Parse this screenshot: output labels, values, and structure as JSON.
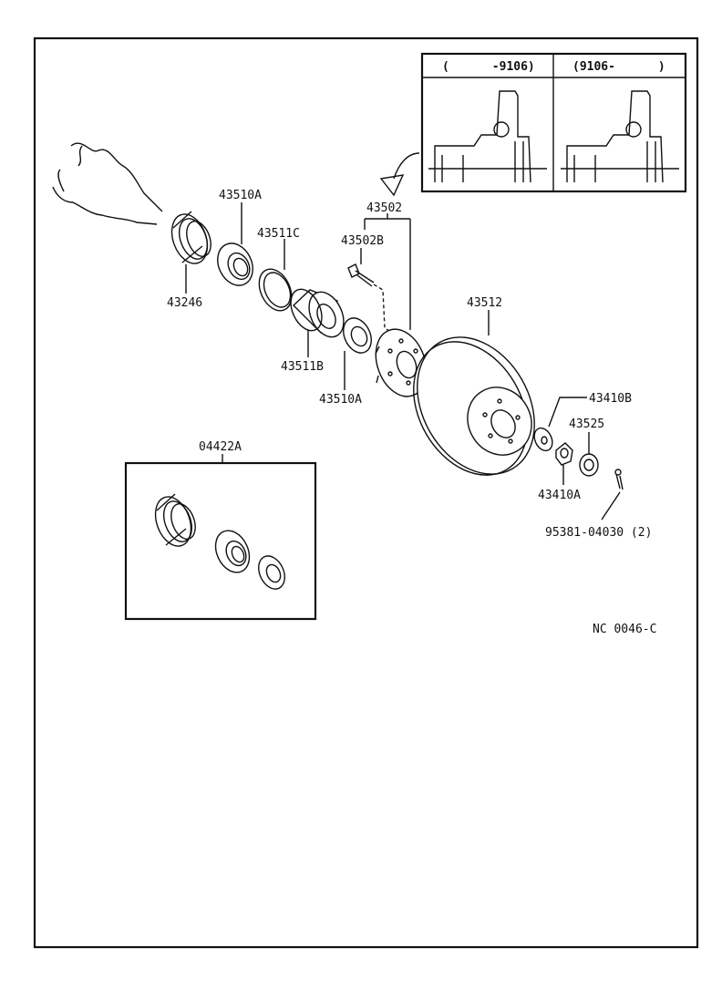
{
  "figure_code": "NC 0046-C",
  "inset": {
    "left_header": "(      -9106)",
    "right_header": "(9106-      )"
  },
  "parts": {
    "p43510A_top": "43510A",
    "p43511C": "43511C",
    "p43246": "43246",
    "p43502": "43502",
    "p43502B": "43502B",
    "p43511B": "43511B",
    "p43510A_bottom": "43510A",
    "p43512": "43512",
    "p43410B": "43410B",
    "p43525": "43525",
    "p43410A": "43410A",
    "p95381": "95381-04030 (2)",
    "p04422A": "04422A"
  }
}
